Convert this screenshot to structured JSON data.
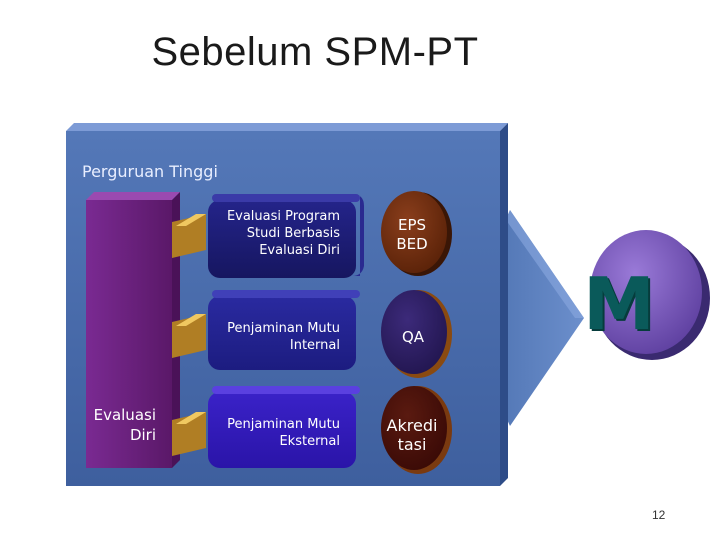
{
  "title": "Sebelum SPM-PT",
  "container": {
    "label": "Perguruan Tinggi"
  },
  "left_column": {
    "label": "Evaluasi Diri"
  },
  "processes": [
    {
      "label": "Evaluasi Program Studi Berbasis Evaluasi Diri",
      "badge": "EPS BED"
    },
    {
      "label": "Penjaminan Mutu Internal",
      "badge": "QA"
    },
    {
      "label": "Penjaminan Mutu Eksternal",
      "badge": "Akredi tasi"
    }
  ],
  "target": {
    "letter": "M"
  },
  "page_number": "12",
  "colors": {
    "container_blue": "#4a6fae",
    "column_purple": "#6b2080",
    "box_navy": "#1c1c78",
    "box_indigo": "#2a22b0",
    "circle_brown": "#6e2e10",
    "circle_purple": "#6a4cb0",
    "m_teal": "#0a5a5a",
    "connector_gold": "#d8a838"
  }
}
